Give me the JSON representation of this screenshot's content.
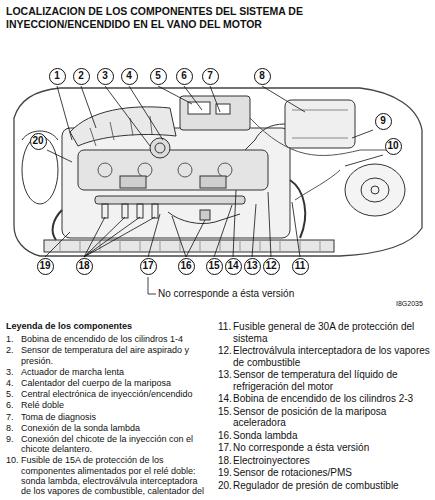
{
  "diagram": {
    "title": "LOCALIZACION DE LOS COMPONENTES DEL SISTEMA DE INYECCION/ENCENDIDO EN EL VANO DEL MOTOR",
    "nodes": [
      {
        "text": [
          "1"
        ]
      },
      {
        "text": [
          "2"
        ]
      },
      {
        "text": [
          "3"
        ]
      },
      {
        "text": [
          "4"
        ]
      },
      {
        "text": [
          "5"
        ]
      },
      {
        "text": [
          "6"
        ]
      },
      {
        "text": [
          "7"
        ]
      },
      {
        "text": [
          "8"
        ]
      },
      {
        "text": [
          "9"
        ]
      },
      {
        "text": [
          "10"
        ]
      },
      {
        "text": [
          "11"
        ]
      },
      {
        "text": [
          "12"
        ]
      },
      {
        "text": [
          "13"
        ]
      },
      {
        "text": [
          "14"
        ]
      },
      {
        "text": [
          "15"
        ]
      },
      {
        "text": [
          "16"
        ]
      },
      {
        "text": [
          "17"
        ]
      },
      {
        "text": [
          "18"
        ]
      },
      {
        "text": [
          "19"
        ]
      },
      {
        "text": [
          "20"
        ]
      }
    ],
    "labels": [
      "I8G2035",
      "No corresponde a ésta versión",
      "Leyenda de los componentes",
      "1.",
      "Bobina de encendido de los cilindros 1-4",
      "2.",
      "Sensor de temperatura del aire aspirado y presión.",
      "3.",
      "Actuador de marcha lenta",
      "4.",
      "Calentador del cuerpo de la mariposa",
      "5.",
      "Central electrónica de inyección/encendido",
      "6.",
      "Relé doble",
      "7.",
      "Toma de diagnosis",
      "8.",
      "Conexión de la sonda lambda",
      "9.",
      "Conexión del chicote de la inyección con el chicote delantero.",
      "10.",
      "Fusible de 15A de protección de los componentes alimentados por el relé doble: sonda lambda, electroválvula interceptadora de los vapores de combustible, calentador del",
      "11.",
      "Fusible general de 30A de protección del sistema",
      "12.",
      "Electroválvula interceptadora de los vapores de combustible",
      "13.",
      "Sensor de temperatura del líquido de refrigeración del motor",
      "14.",
      "Bobina de encendido de los cilindros 2-3",
      "15.",
      "Sensor de posición de la mariposa aceleradora",
      "16.",
      "Sonda lambda",
      "17.",
      "No corresponde a ésta versión",
      "18.",
      "Electroinyectores",
      "19.",
      "Sensor de rotaciones/PMS",
      "20.",
      "Regulador de presión de combustible"
    ]
  }
}
